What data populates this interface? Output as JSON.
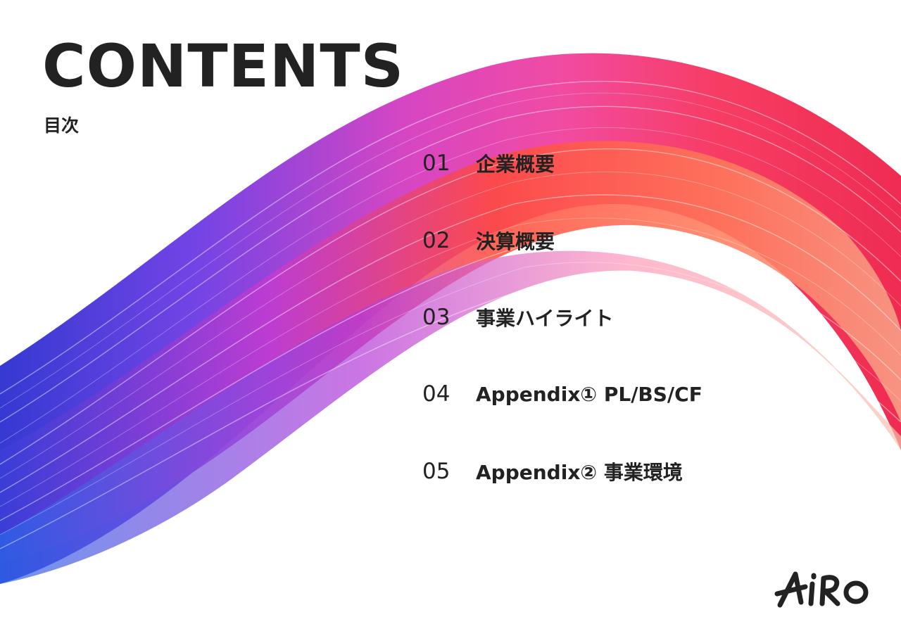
{
  "slide": {
    "title": "CONTENTS",
    "subtitle": "目次"
  },
  "toc": {
    "items": [
      {
        "num": "01",
        "label": "企業概要"
      },
      {
        "num": "02",
        "label": "決算概要"
      },
      {
        "num": "03",
        "label": "事業ハイライト"
      },
      {
        "num": "04",
        "label": "Appendix① PL/BS/CF"
      },
      {
        "num": "05",
        "label": "Appendix② 事業環境"
      }
    ]
  },
  "logo": {
    "text": "AIRO",
    "icon": "airo-logo"
  },
  "colors": {
    "text": "#222222",
    "background": "#ffffff",
    "stroke_blue": "#2a2fd0",
    "stroke_purple": "#8a3be6",
    "stroke_pink": "#ec3ea8",
    "stroke_red": "#f2334a",
    "stroke_orange": "#ff5a36"
  }
}
